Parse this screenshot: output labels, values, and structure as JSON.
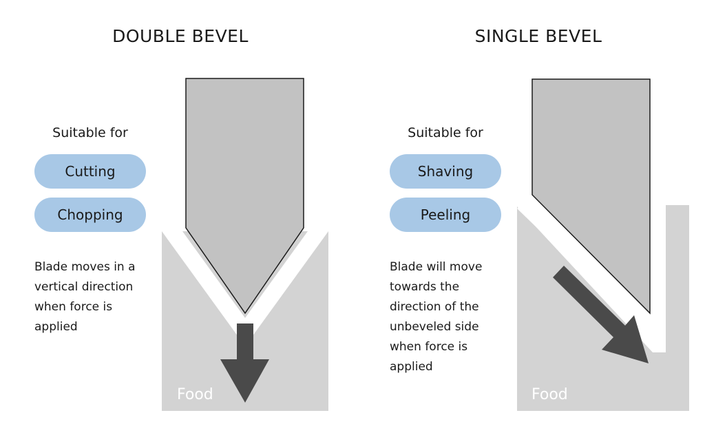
{
  "left": {
    "title": "DOUBLE BEVEL",
    "suitable_label": "Suitable for",
    "uses": [
      "Cutting",
      "Chopping"
    ],
    "description": "Blade moves in a\nvertical direction\nwhen force is\napplied",
    "food_label": "Food"
  },
  "right": {
    "title": "SINGLE BEVEL",
    "suitable_label": "Suitable for",
    "uses": [
      "Shaving",
      "Peeling"
    ],
    "description": "Blade will move\ntowards the\ndirection of the\nunbeveled side\nwhen force is\napplied",
    "food_label": "Food"
  },
  "colors": {
    "pill": "#a8c8e6",
    "blade": "#c2c2c2",
    "food": "#d3d3d3",
    "arrow": "#4a4a4a"
  }
}
